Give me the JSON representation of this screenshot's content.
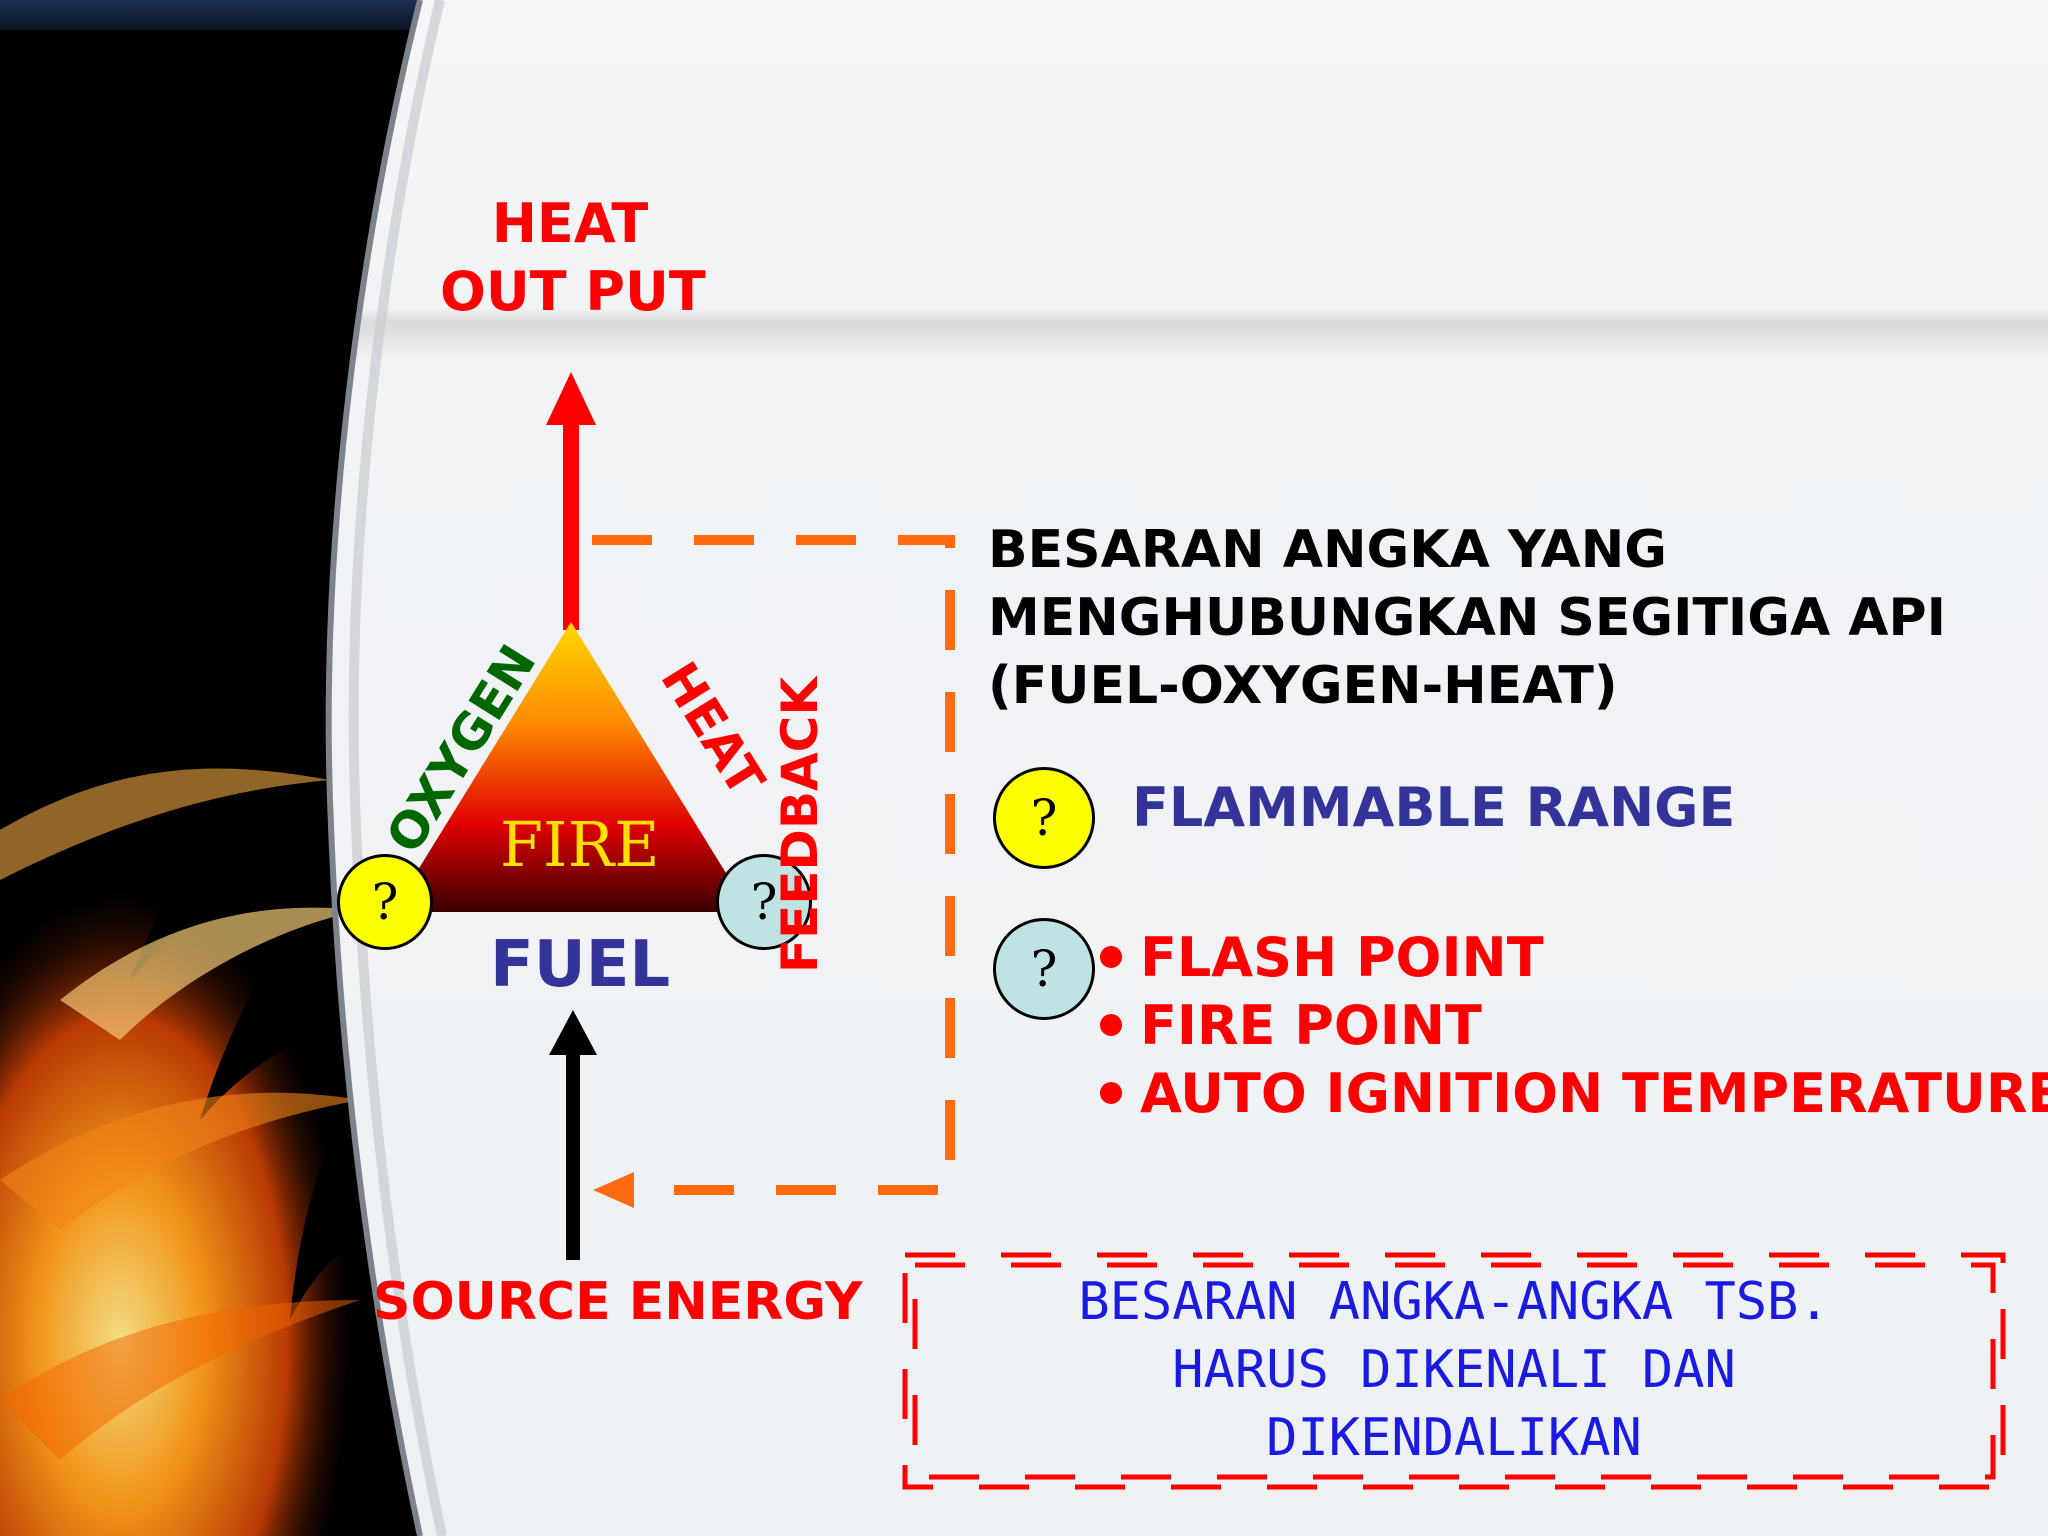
{
  "diagram": {
    "heat_output": [
      "HEAT",
      "OUT PUT"
    ],
    "triangle": {
      "center_label": "FIRE",
      "left_side_label": "OXYGEN",
      "right_side_label": "HEAT",
      "base_label": "FUEL",
      "left_vertex_symbol": "?",
      "right_vertex_symbol": "?"
    },
    "source_label": "SOURCE ENERGY",
    "feedback_label": "FEEDBACK"
  },
  "content": {
    "heading_lines": [
      "BESARAN ANGKA  YANG",
      "MENGHUBUNGKAN  SEGITIGA API",
      "(FUEL-OXYGEN-HEAT)"
    ],
    "flammable": {
      "symbol": "?",
      "label": "FLAMMABLE RANGE"
    },
    "points": {
      "symbol": "?",
      "items": [
        "FLASH POINT",
        "FIRE POINT",
        "AUTO IGNITION TEMPERATURE"
      ]
    }
  },
  "note": {
    "lines": [
      "BESARAN ANGKA-ANGKA TSB.",
      "HARUS DIKENALI DAN",
      "DIKENDALIKAN"
    ]
  },
  "colors": {
    "red": "#ff0000",
    "orange": "#ff6a10",
    "navy": "#333399",
    "green": "#006600",
    "note_blue": "#1a1ae0",
    "yellow": "#ffff00",
    "cyan": "#bfe3e3"
  }
}
